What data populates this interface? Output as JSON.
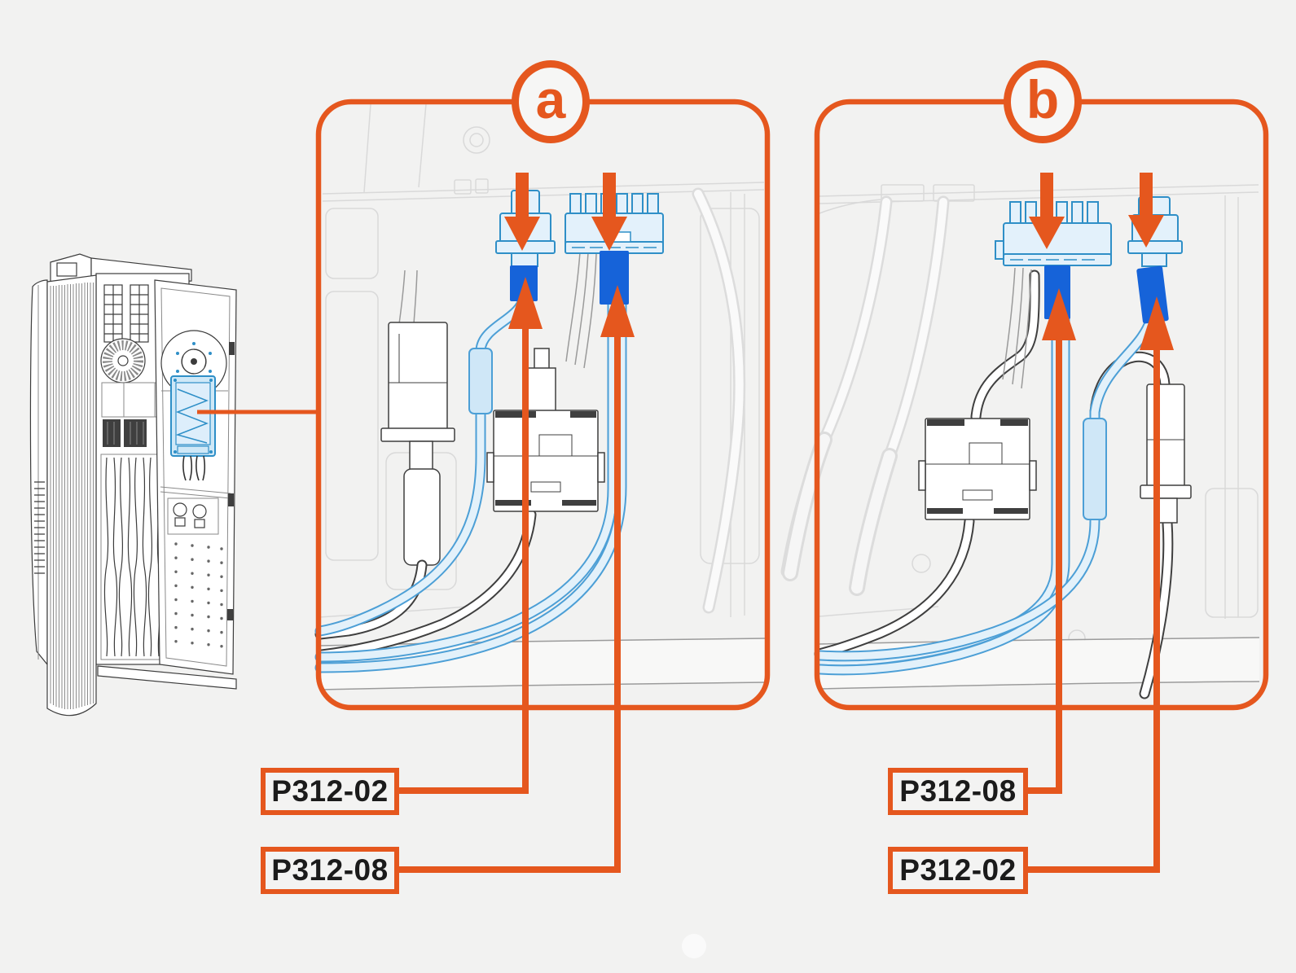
{
  "colors": {
    "background": "#f2f2f1",
    "accent_orange": "#e5571e",
    "connector_plug_blue": "#1663d9",
    "cable_blue": "#4c9fd6",
    "connector_body_blue": "#2f8fc7",
    "callout_text": "#1b1b1b"
  },
  "machine": {
    "icon": "heat-pump-open-door-illustration",
    "highlight_icon": "control-board-highlight"
  },
  "panels": [
    {
      "badge": "a",
      "callouts": [
        {
          "text": "P312-02"
        },
        {
          "text": "P312-08"
        }
      ]
    },
    {
      "badge": "b",
      "callouts": [
        {
          "text": "P312-08"
        },
        {
          "text": "P312-02"
        }
      ]
    }
  ]
}
